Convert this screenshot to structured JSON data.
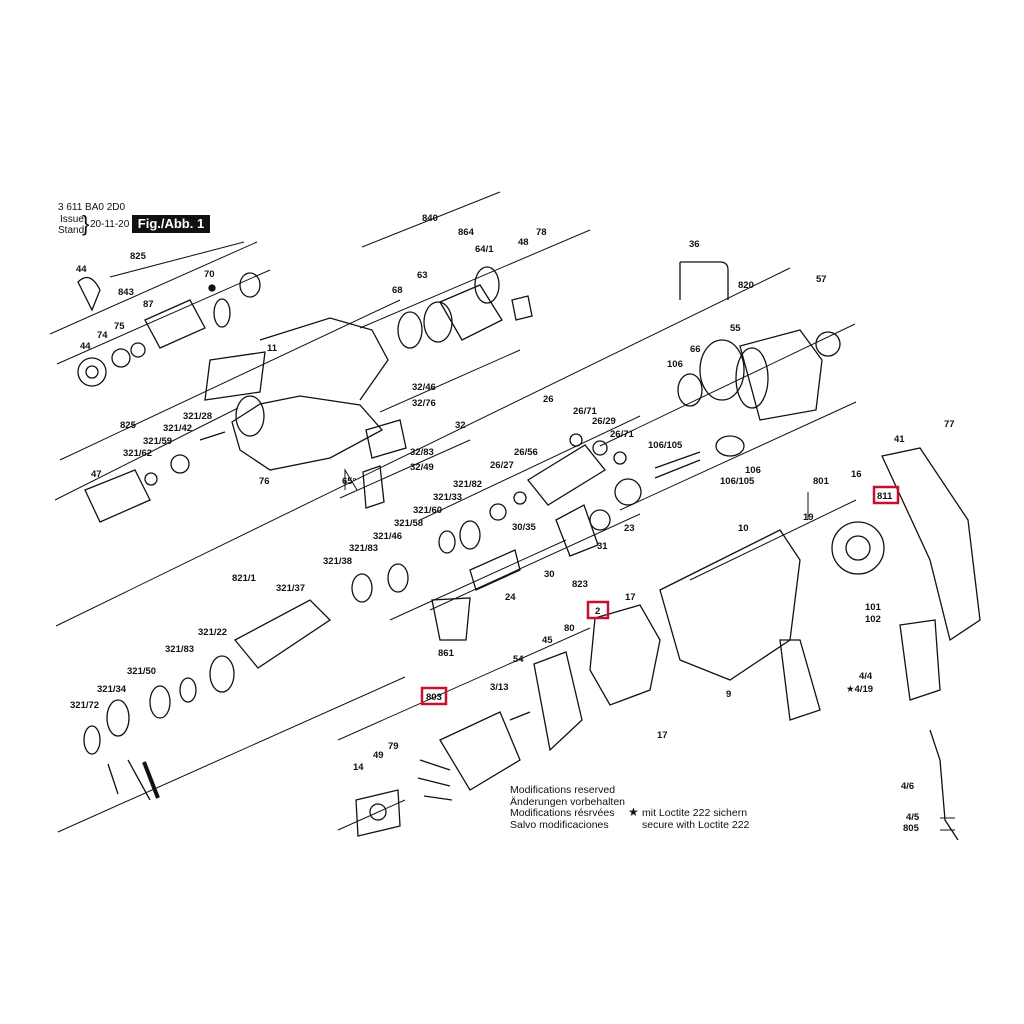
{
  "header": {
    "doc_number": "3 611 BA0 2D0",
    "issue_label": "Issue",
    "stand_label": "Stand",
    "issue_date": "20-11-20",
    "figure_label": "Fig./Abb. 1"
  },
  "notes": {
    "modifications": [
      "Modifications reserved",
      "Änderungen vorbehalten",
      "Modifications résrvées",
      "Salvo modificaciones"
    ],
    "loctite": [
      "mit Loctite 222 sichern",
      "secure with Loctite 222"
    ],
    "star_symbol": "★"
  },
  "highlight_color": "#c8102e",
  "part_labels": [
    {
      "id": "44a",
      "text": "44"
    },
    {
      "id": "825a",
      "text": "825"
    },
    {
      "id": "843",
      "text": "843"
    },
    {
      "id": "87",
      "text": "87"
    },
    {
      "id": "74",
      "text": "74"
    },
    {
      "id": "75",
      "text": "75"
    },
    {
      "id": "70",
      "text": "70"
    },
    {
      "id": "44b",
      "text": "44"
    },
    {
      "id": "11",
      "text": "11"
    },
    {
      "id": "840",
      "text": "840"
    },
    {
      "id": "864",
      "text": "864"
    },
    {
      "id": "64_1",
      "text": "64/1"
    },
    {
      "id": "48",
      "text": "48"
    },
    {
      "id": "78",
      "text": "78"
    },
    {
      "id": "68",
      "text": "68"
    },
    {
      "id": "63",
      "text": "63"
    },
    {
      "id": "32_46",
      "text": "32/46"
    },
    {
      "id": "32_76",
      "text": "32/76"
    },
    {
      "id": "32",
      "text": "32"
    },
    {
      "id": "32_83",
      "text": "32/83"
    },
    {
      "id": "32_49",
      "text": "32/49"
    },
    {
      "id": "65deg",
      "text": "65°"
    },
    {
      "id": "825b",
      "text": "825"
    },
    {
      "id": "321_28",
      "text": "321/28"
    },
    {
      "id": "321_42",
      "text": "321/42"
    },
    {
      "id": "321_59",
      "text": "321/59"
    },
    {
      "id": "321_62",
      "text": "321/62"
    },
    {
      "id": "47",
      "text": "47"
    },
    {
      "id": "76",
      "text": "76"
    },
    {
      "id": "36",
      "text": "36"
    },
    {
      "id": "820",
      "text": "820"
    },
    {
      "id": "57",
      "text": "57"
    },
    {
      "id": "55",
      "text": "55"
    },
    {
      "id": "66",
      "text": "66"
    },
    {
      "id": "106a",
      "text": "106"
    },
    {
      "id": "106_105a",
      "text": "106/105"
    },
    {
      "id": "106b",
      "text": "106"
    },
    {
      "id": "106_105b",
      "text": "106/105"
    },
    {
      "id": "26",
      "text": "26"
    },
    {
      "id": "26_71a",
      "text": "26/71"
    },
    {
      "id": "26_29",
      "text": "26/29"
    },
    {
      "id": "26_71b",
      "text": "26/71"
    },
    {
      "id": "26_56",
      "text": "26/56"
    },
    {
      "id": "26_27",
      "text": "26/27"
    },
    {
      "id": "321_82",
      "text": "321/82"
    },
    {
      "id": "321_33",
      "text": "321/33"
    },
    {
      "id": "321_60",
      "text": "321/60"
    },
    {
      "id": "321_58",
      "text": "321/58"
    },
    {
      "id": "321_46",
      "text": "321/46"
    },
    {
      "id": "321_83",
      "text": "321/83"
    },
    {
      "id": "321_38",
      "text": "321/38"
    },
    {
      "id": "821_1",
      "text": "821/1"
    },
    {
      "id": "321_37",
      "text": "321/37"
    },
    {
      "id": "30_35",
      "text": "30/35"
    },
    {
      "id": "31",
      "text": "31"
    },
    {
      "id": "23",
      "text": "23"
    },
    {
      "id": "30",
      "text": "30"
    },
    {
      "id": "823",
      "text": "823"
    },
    {
      "id": "24",
      "text": "24"
    },
    {
      "id": "861",
      "text": "861"
    },
    {
      "id": "321_22",
      "text": "321/22"
    },
    {
      "id": "321_83b",
      "text": "321/83"
    },
    {
      "id": "321_50",
      "text": "321/50"
    },
    {
      "id": "321_34",
      "text": "321/34"
    },
    {
      "id": "321_72",
      "text": "321/72"
    },
    {
      "id": "77",
      "text": "77"
    },
    {
      "id": "41",
      "text": "41"
    },
    {
      "id": "16",
      "text": "16"
    },
    {
      "id": "811",
      "text": "811"
    },
    {
      "id": "801",
      "text": "801"
    },
    {
      "id": "19",
      "text": "19"
    },
    {
      "id": "10",
      "text": "10"
    },
    {
      "id": "17a",
      "text": "17"
    },
    {
      "id": "2",
      "text": "2"
    },
    {
      "id": "80",
      "text": "80"
    },
    {
      "id": "45",
      "text": "45"
    },
    {
      "id": "54",
      "text": "54"
    },
    {
      "id": "3_13",
      "text": "3/13"
    },
    {
      "id": "803",
      "text": "803"
    },
    {
      "id": "101",
      "text": "101"
    },
    {
      "id": "102",
      "text": "102"
    },
    {
      "id": "4_4",
      "text": "4/4"
    },
    {
      "id": "4_19",
      "text": "★4/19"
    },
    {
      "id": "9",
      "text": "9"
    },
    {
      "id": "17b",
      "text": "17"
    },
    {
      "id": "14",
      "text": "14"
    },
    {
      "id": "49",
      "text": "49"
    },
    {
      "id": "79",
      "text": "79"
    },
    {
      "id": "4_6",
      "text": "4/6"
    },
    {
      "id": "4_5",
      "text": "4/5"
    },
    {
      "id": "805",
      "text": "805"
    }
  ]
}
